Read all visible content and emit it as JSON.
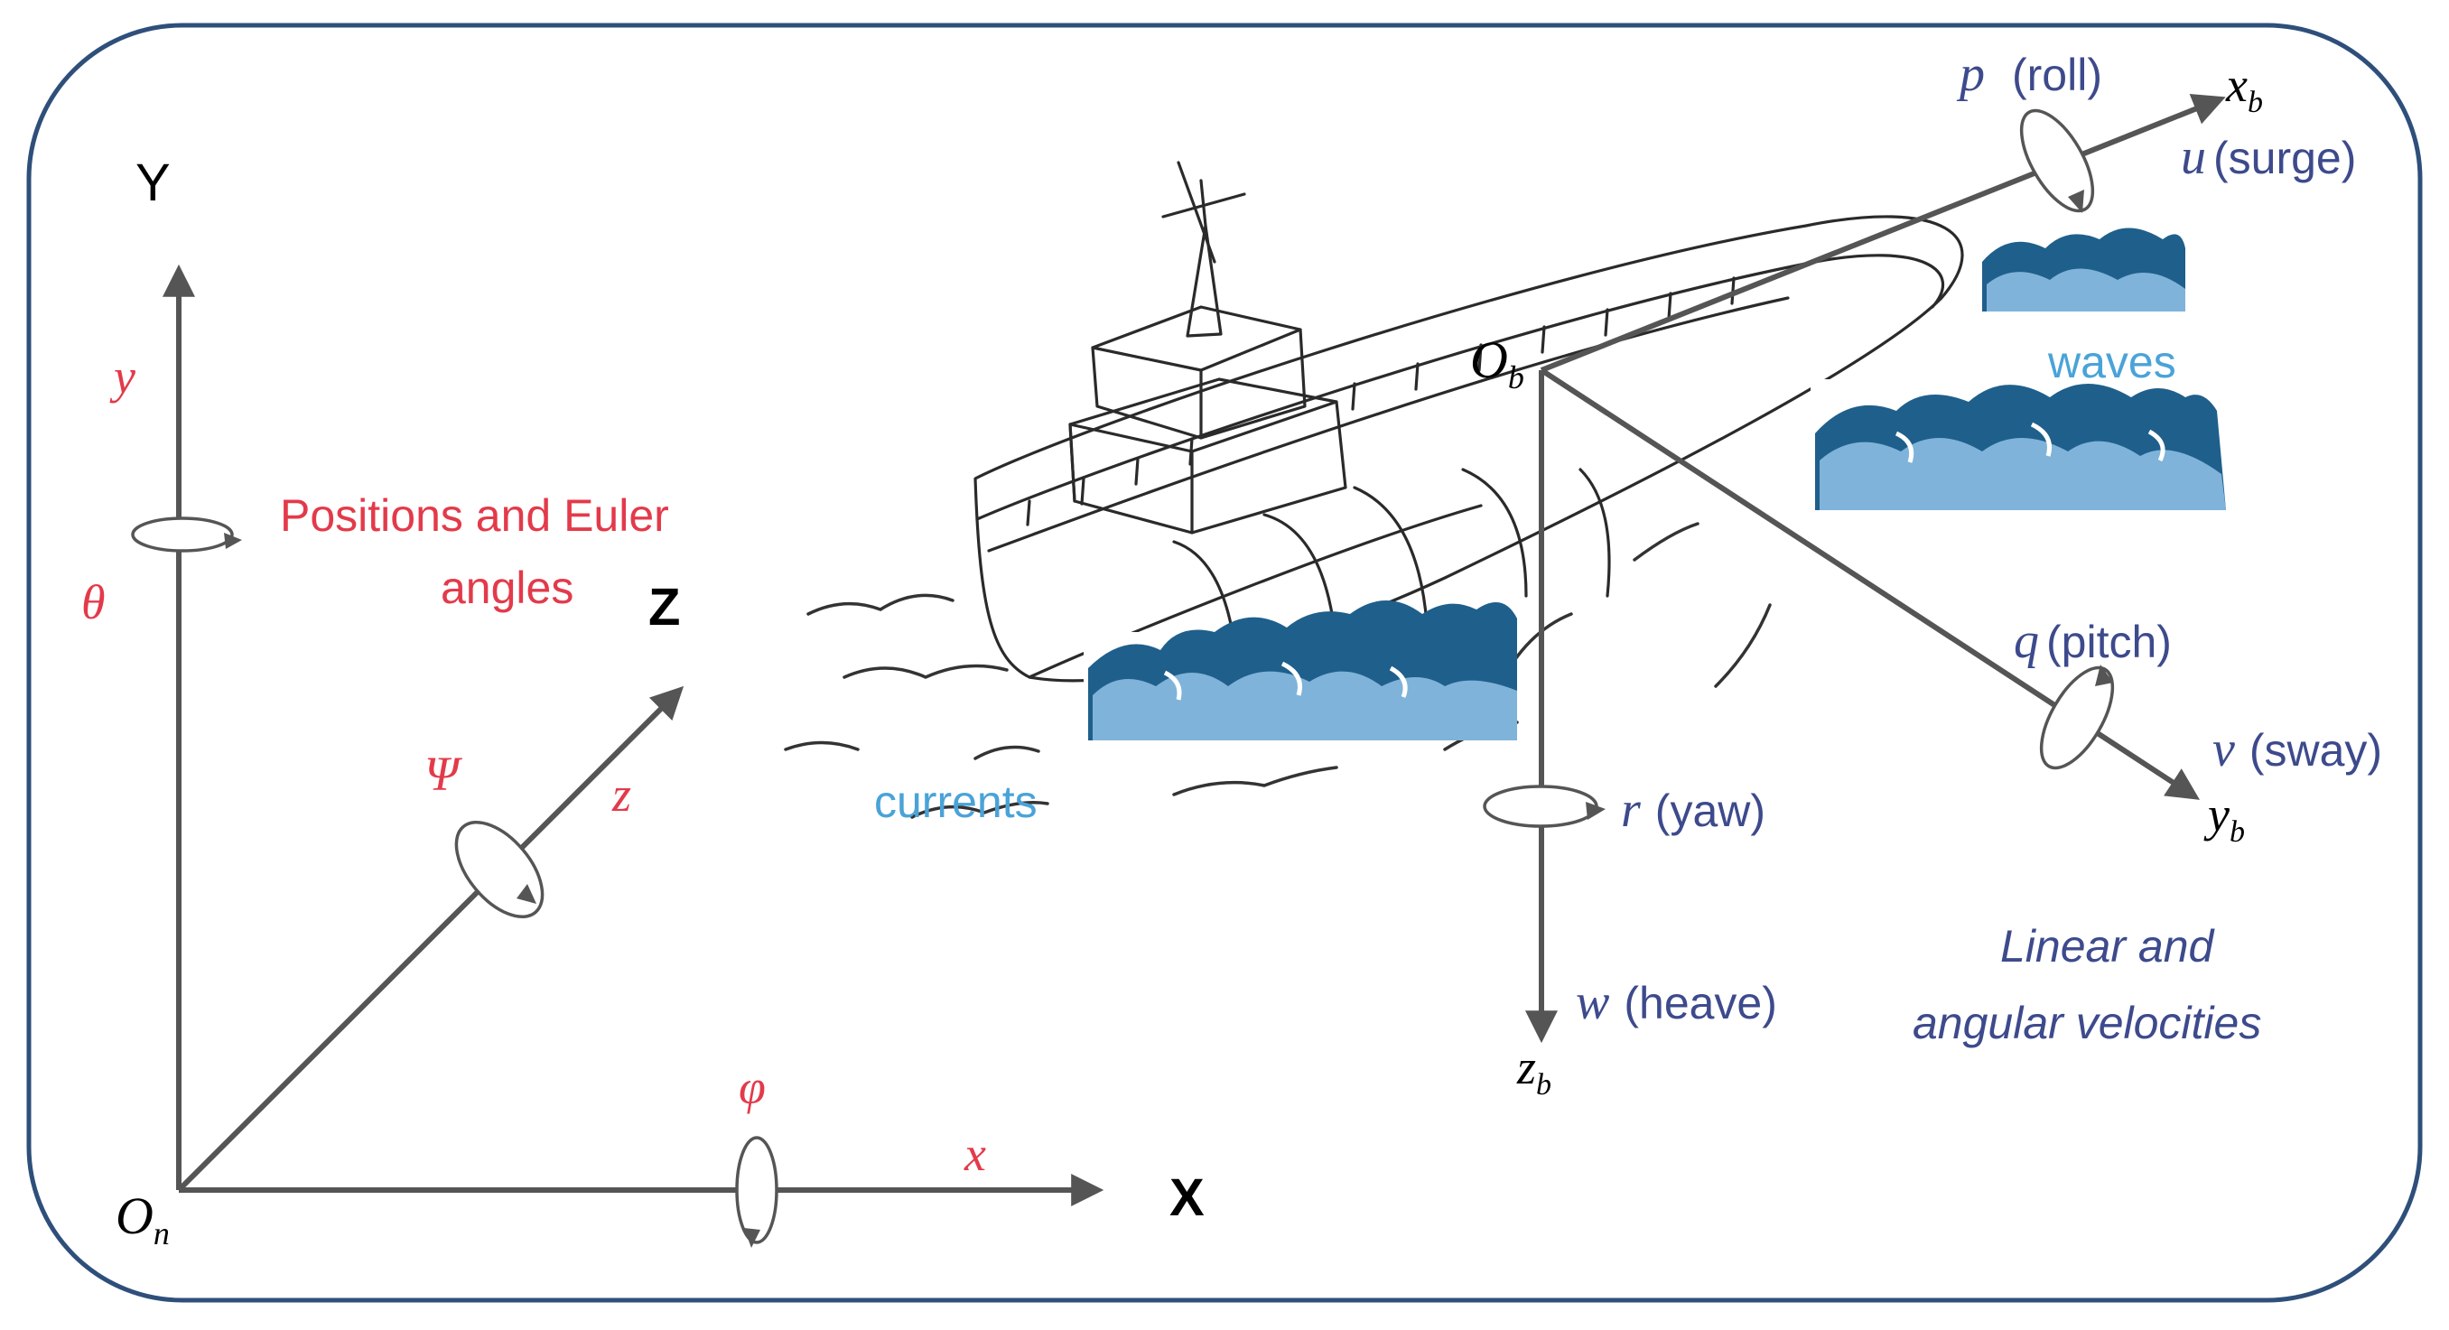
{
  "colors": {
    "earth_frame_labels": "#e33a4a",
    "body_frame_labels": "#3d4a8c",
    "environment_labels": "#4aa3d8",
    "wave_dark": "#1f5f8b",
    "wave_light": "#7fb3d9",
    "frame_border": "#2e4f7a"
  },
  "earth_frame": {
    "axis_Y": "Y",
    "axis_X": "X",
    "axis_Z": "Z",
    "y": "y",
    "x": "x",
    "z": "z",
    "theta": "θ",
    "phi": "φ",
    "psi": "Ψ",
    "origin_main": "O",
    "origin_sub": "n",
    "title_line1": "Positions and Euler",
    "title_line2": "angles"
  },
  "body_frame": {
    "origin_main": "O",
    "origin_sub": "b",
    "xb_main": "x",
    "xb_sub": "b",
    "yb_main": "y",
    "yb_sub": "b",
    "zb_main": "z",
    "zb_sub": "b",
    "p_sym": "p",
    "p_name": "(roll)",
    "u_sym": "u",
    "u_name": "(surge)",
    "q_sym": "q",
    "q_name": "(pitch)",
    "v_sym": "v",
    "v_name": "(sway)",
    "r_sym": "r",
    "r_name": "(yaw)",
    "w_sym": "w",
    "w_name": "(heave)",
    "title_line1": "Linear and",
    "title_line2": "angular velocities"
  },
  "environment": {
    "waves": "waves",
    "currents": "currents"
  }
}
